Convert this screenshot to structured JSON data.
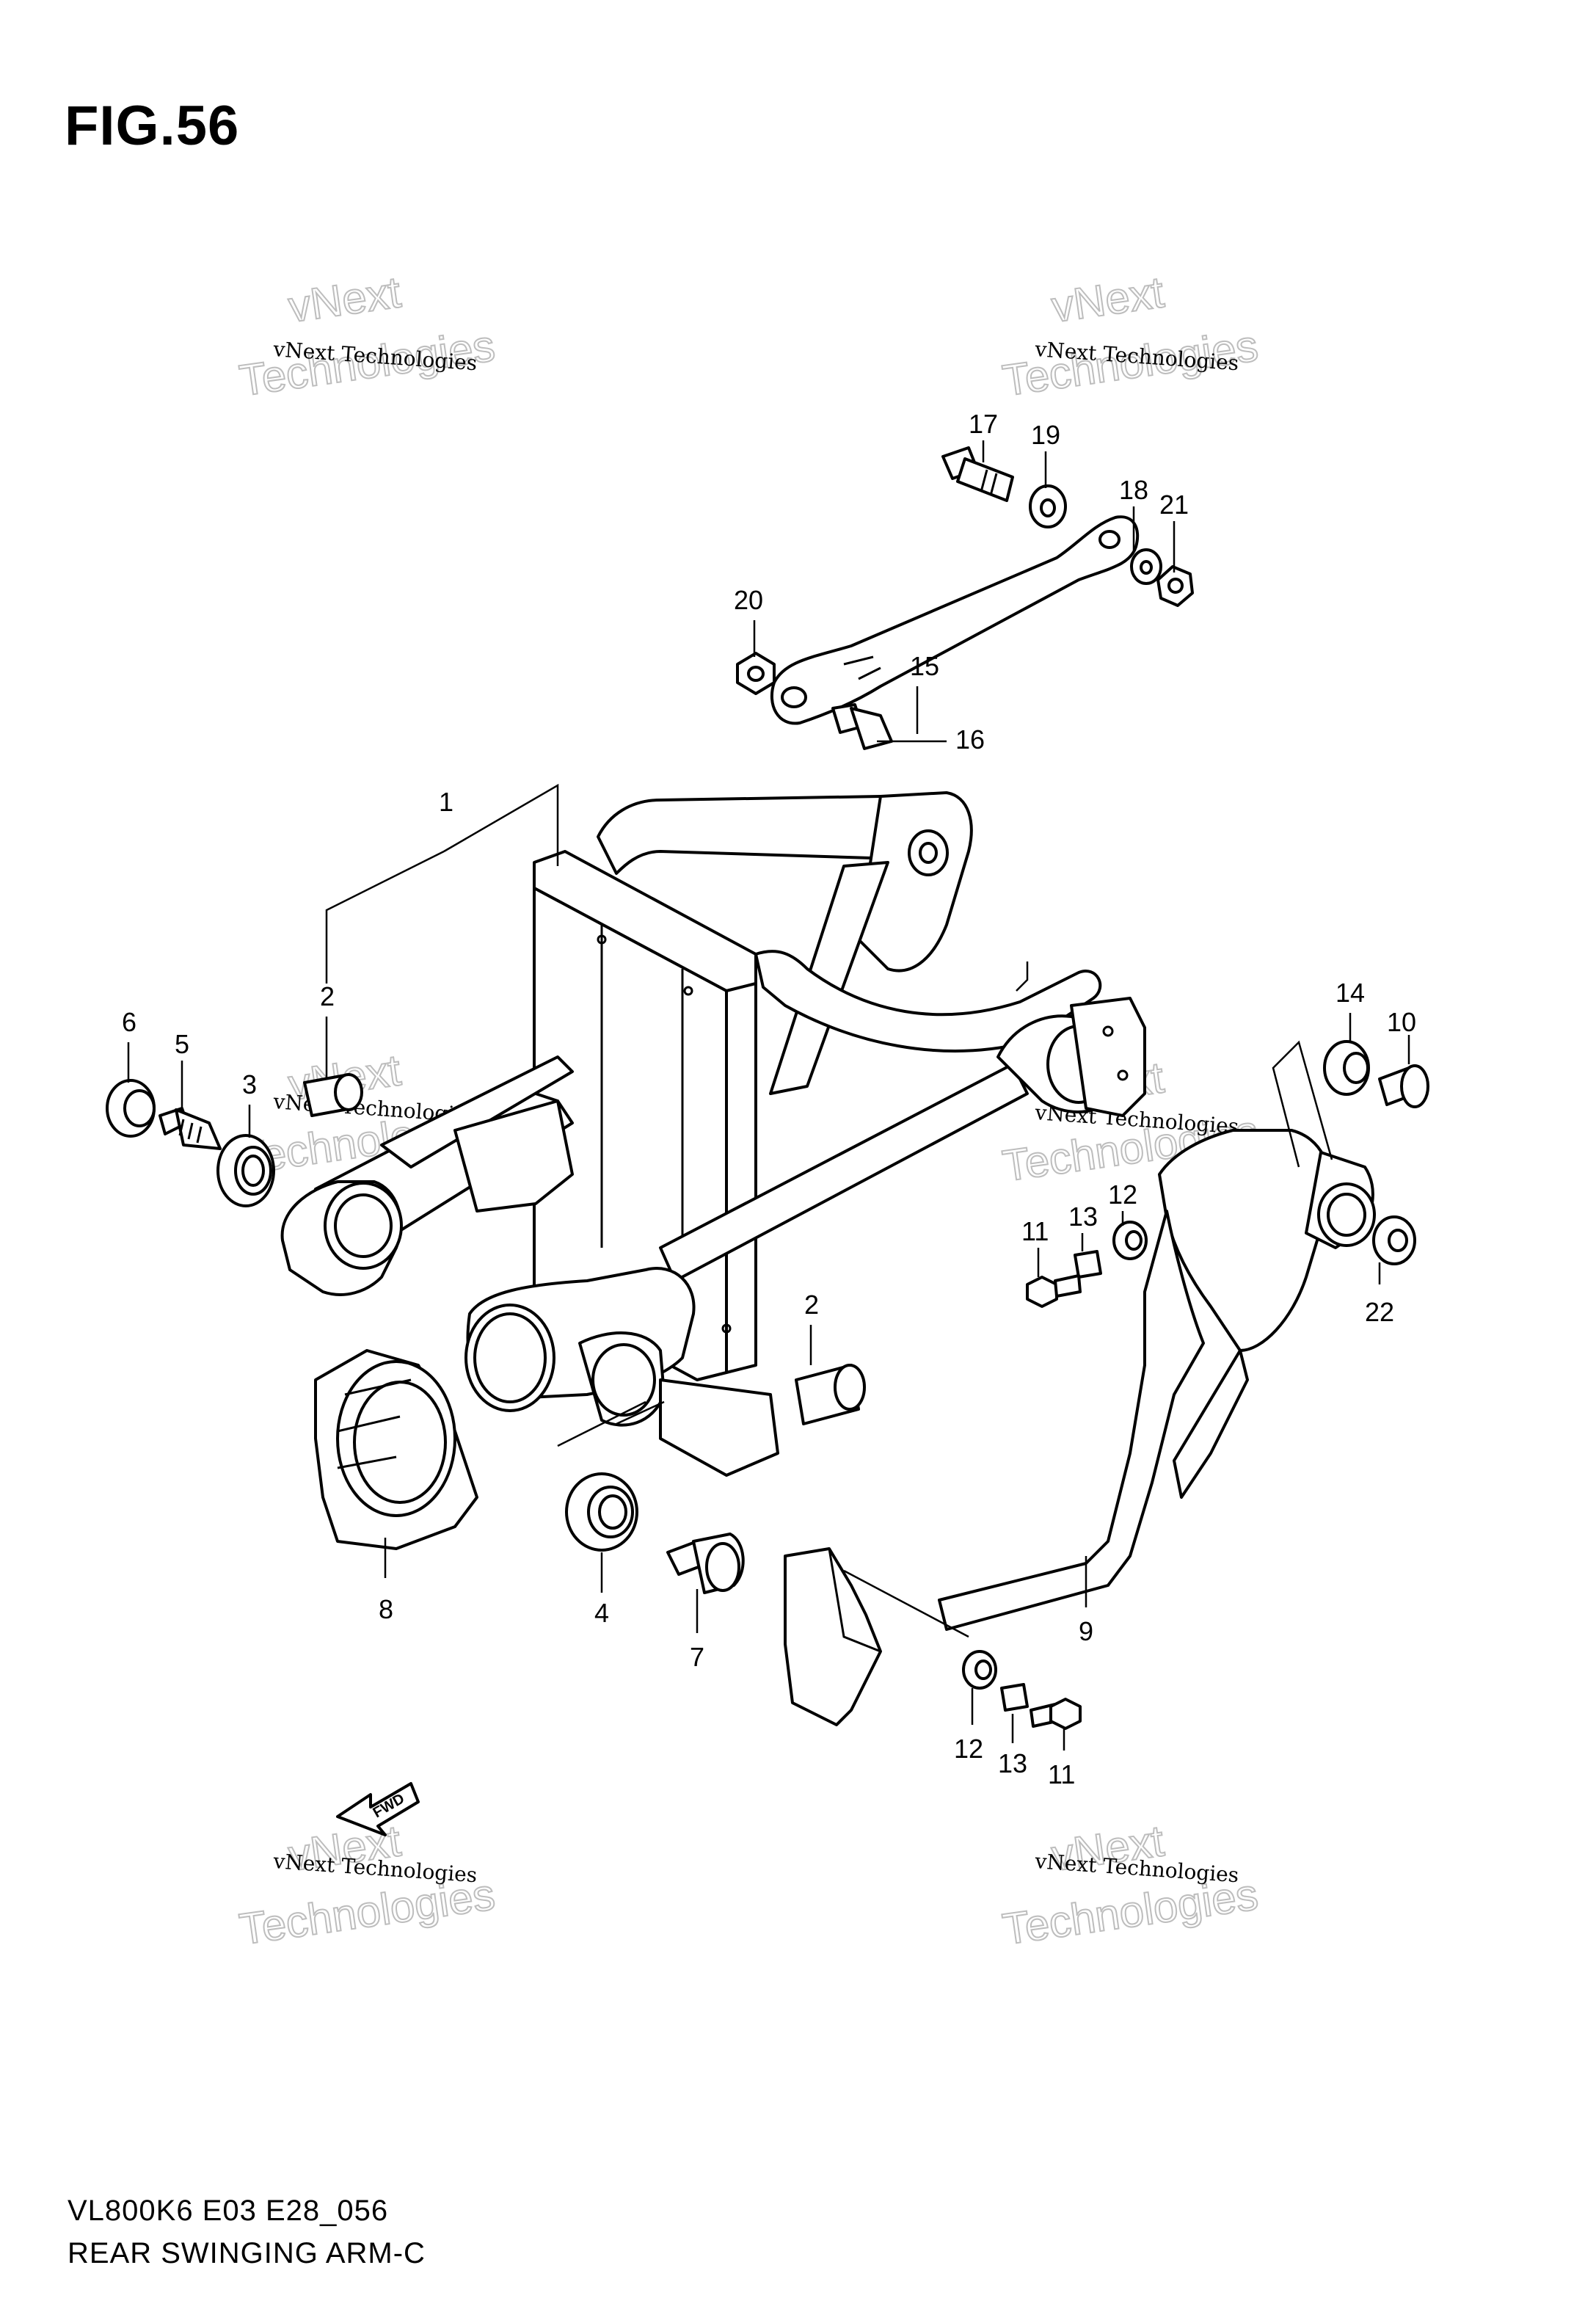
{
  "figure": {
    "title": "FIG.56",
    "model_code": "VL800K6 E03 E28_056",
    "section_name": "REAR SWINGING ARM-C"
  },
  "watermark": {
    "line1": "vNext Technologies",
    "line2": "vNext",
    "line3": "Technologies"
  },
  "callouts": [
    "1",
    "2",
    "2",
    "3",
    "4",
    "5",
    "6",
    "7",
    "8",
    "9",
    "10",
    "11",
    "11",
    "12",
    "12",
    "13",
    "13",
    "14",
    "15",
    "16",
    "17",
    "18",
    "19",
    "20",
    "21",
    "22"
  ],
  "fwd_label": "FWD"
}
